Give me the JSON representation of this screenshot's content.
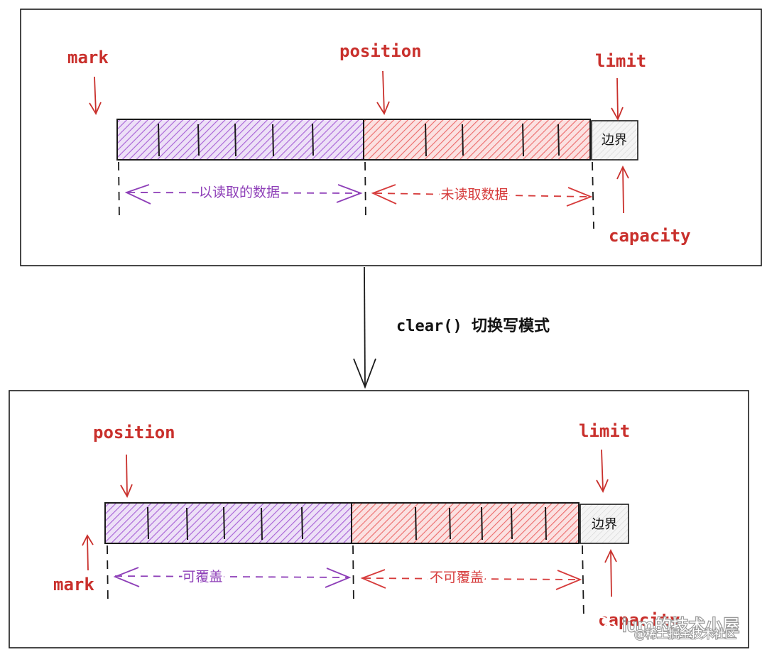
{
  "colors": {
    "label_red": "#c9302c",
    "read_purple": "#8e3fb8",
    "unread_red": "#e54848",
    "frame": "#1a1a1a"
  },
  "top_panel": {
    "mark_label": "mark",
    "position_label": "position",
    "limit_label": "limit",
    "capacity_label": "capacity",
    "boundary_label": "边界",
    "read_region_label": "以读取的数据",
    "unread_region_label": "未读取数据"
  },
  "transition": {
    "label": "clear() 切换写模式"
  },
  "bottom_panel": {
    "position_label": "position",
    "limit_label": "limit",
    "mark_label": "mark",
    "capacity_label": "capacity",
    "boundary_label": "边界",
    "writable_label": "可覆盖",
    "not_writable_label": "不可覆盖"
  },
  "watermark": {
    "channel": "ium的技术小屋",
    "source": "@稀土掘金技术社区"
  }
}
